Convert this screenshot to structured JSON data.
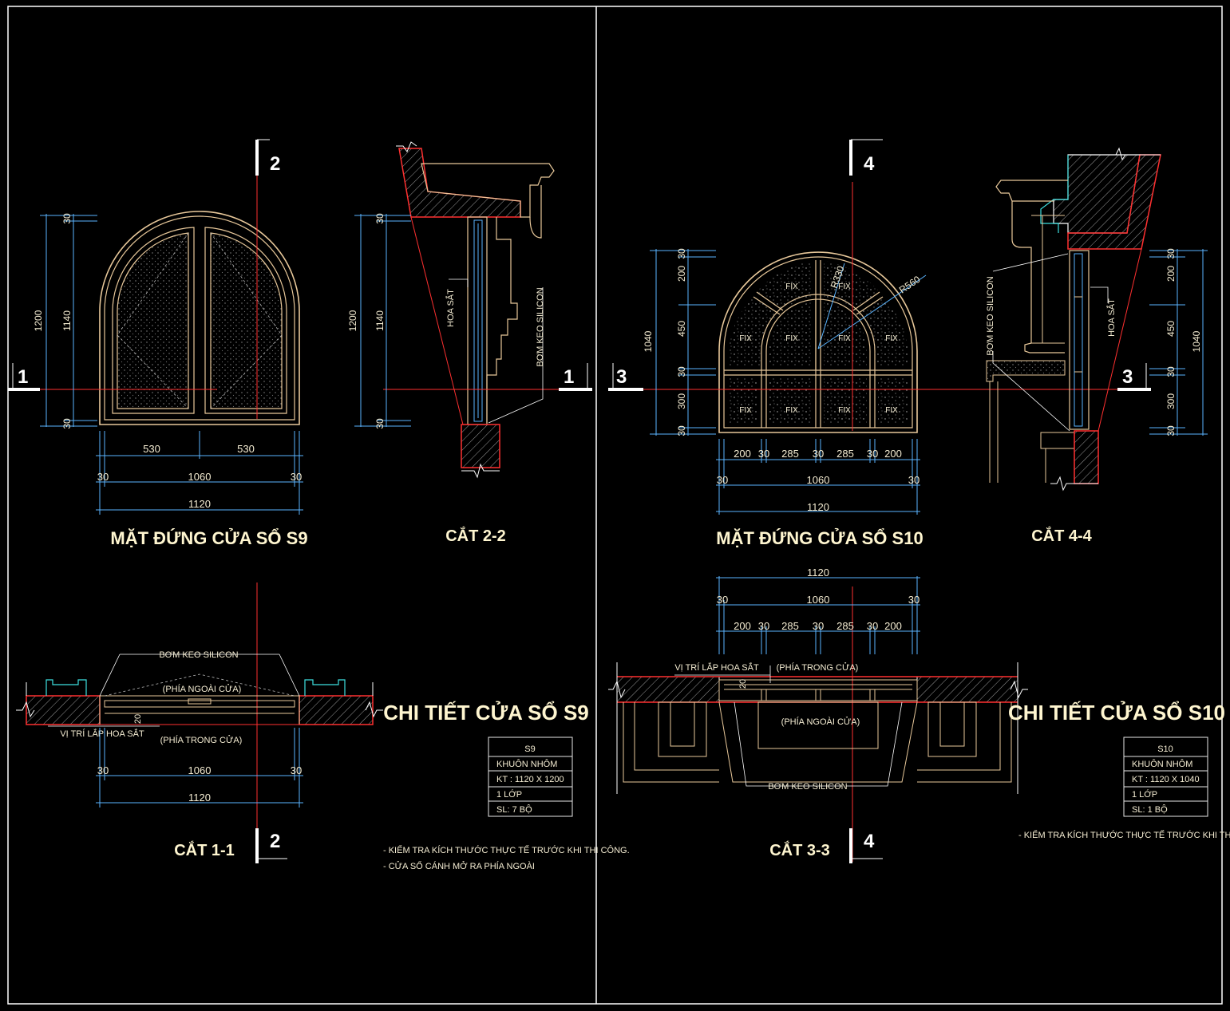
{
  "colors": {
    "background": "#000000",
    "frame": "#ffffff",
    "window": "#e8c89a",
    "dimension": "#5ab4ff",
    "section": "#ff3030",
    "hatch": "#cfcfcf",
    "text": "#f4ecd2"
  },
  "s9": {
    "elevation_title": "MẶT ĐỨNG CỬA SỔ S9",
    "section22_title": "CẮT 2-2",
    "section11_title": "CẮT 1-1",
    "detail_title": "CHI TIẾT CỬA SỔ S9",
    "sec1": "1",
    "sec2": "2",
    "dims": {
      "h_total": "1200",
      "h_inner": "1140",
      "top": "30",
      "bottom": "30",
      "left_half": "530",
      "right_half": "530",
      "edge": "30",
      "inner_w": "1060",
      "total_w": "1120"
    },
    "labels": {
      "hoa_sat": "HOA SẮT",
      "bom_keo": "BƠM KEO SILICON",
      "phia_ngoai": "(PHÍA NGOÀI CỬA)",
      "phia_trong": "(PHÍA TRONG CỬA)",
      "vi_tri": "VỊ TRÍ LẮP HOA SẮT",
      "d20": "20"
    },
    "table": [
      "S9",
      "KHUÔN NHÔM",
      "KT : 1120 X 1200",
      "1 LỚP",
      "SL: 7 BỘ"
    ],
    "notes": [
      "- KIỂM TRA KÍCH THƯỚC THỰC TẾ TRƯỚC KHI THI CÔNG.",
      "- CỬA SỔ CÁNH MỞ RA PHÍA NGOÀI"
    ]
  },
  "s10": {
    "elevation_title": "MẶT ĐỨNG CỬA SỔ S10",
    "section44_title": "CẮT 4-4",
    "section33_title": "CẮT 3-3",
    "detail_title": "CHI TIẾT CỬA SỔ S10",
    "sec3": "3",
    "sec4": "4",
    "fix": "FIX",
    "radius_small": "R330",
    "radius_large": "R560",
    "dims": {
      "h_total": "1040",
      "v30": "30",
      "v200": "200",
      "v450": "450",
      "v300": "300",
      "w200": "200",
      "w30": "30",
      "w285": "285",
      "inner_w": "1060",
      "total_w": "1120"
    },
    "labels": {
      "hoa_sat": "HOA SẮT",
      "bom_keo": "BƠM KEO SILICON",
      "phia_ngoai": "(PHÍA NGOÀI CỬA)",
      "phia_trong": "(PHÍA TRONG CỬA)",
      "vi_tri": "VỊ TRÍ LẮP HOA SẮT",
      "d20": "20"
    },
    "table": [
      "S10",
      "KHUÔN NHÔM",
      "KT : 1120 X 1040",
      "1 LỚP",
      "SL: 1 BỘ"
    ],
    "notes": [
      "- KIỂM TRA KÍCH THƯỚC THỰC TẾ TRƯỚC KHI THI CÔNG."
    ]
  }
}
